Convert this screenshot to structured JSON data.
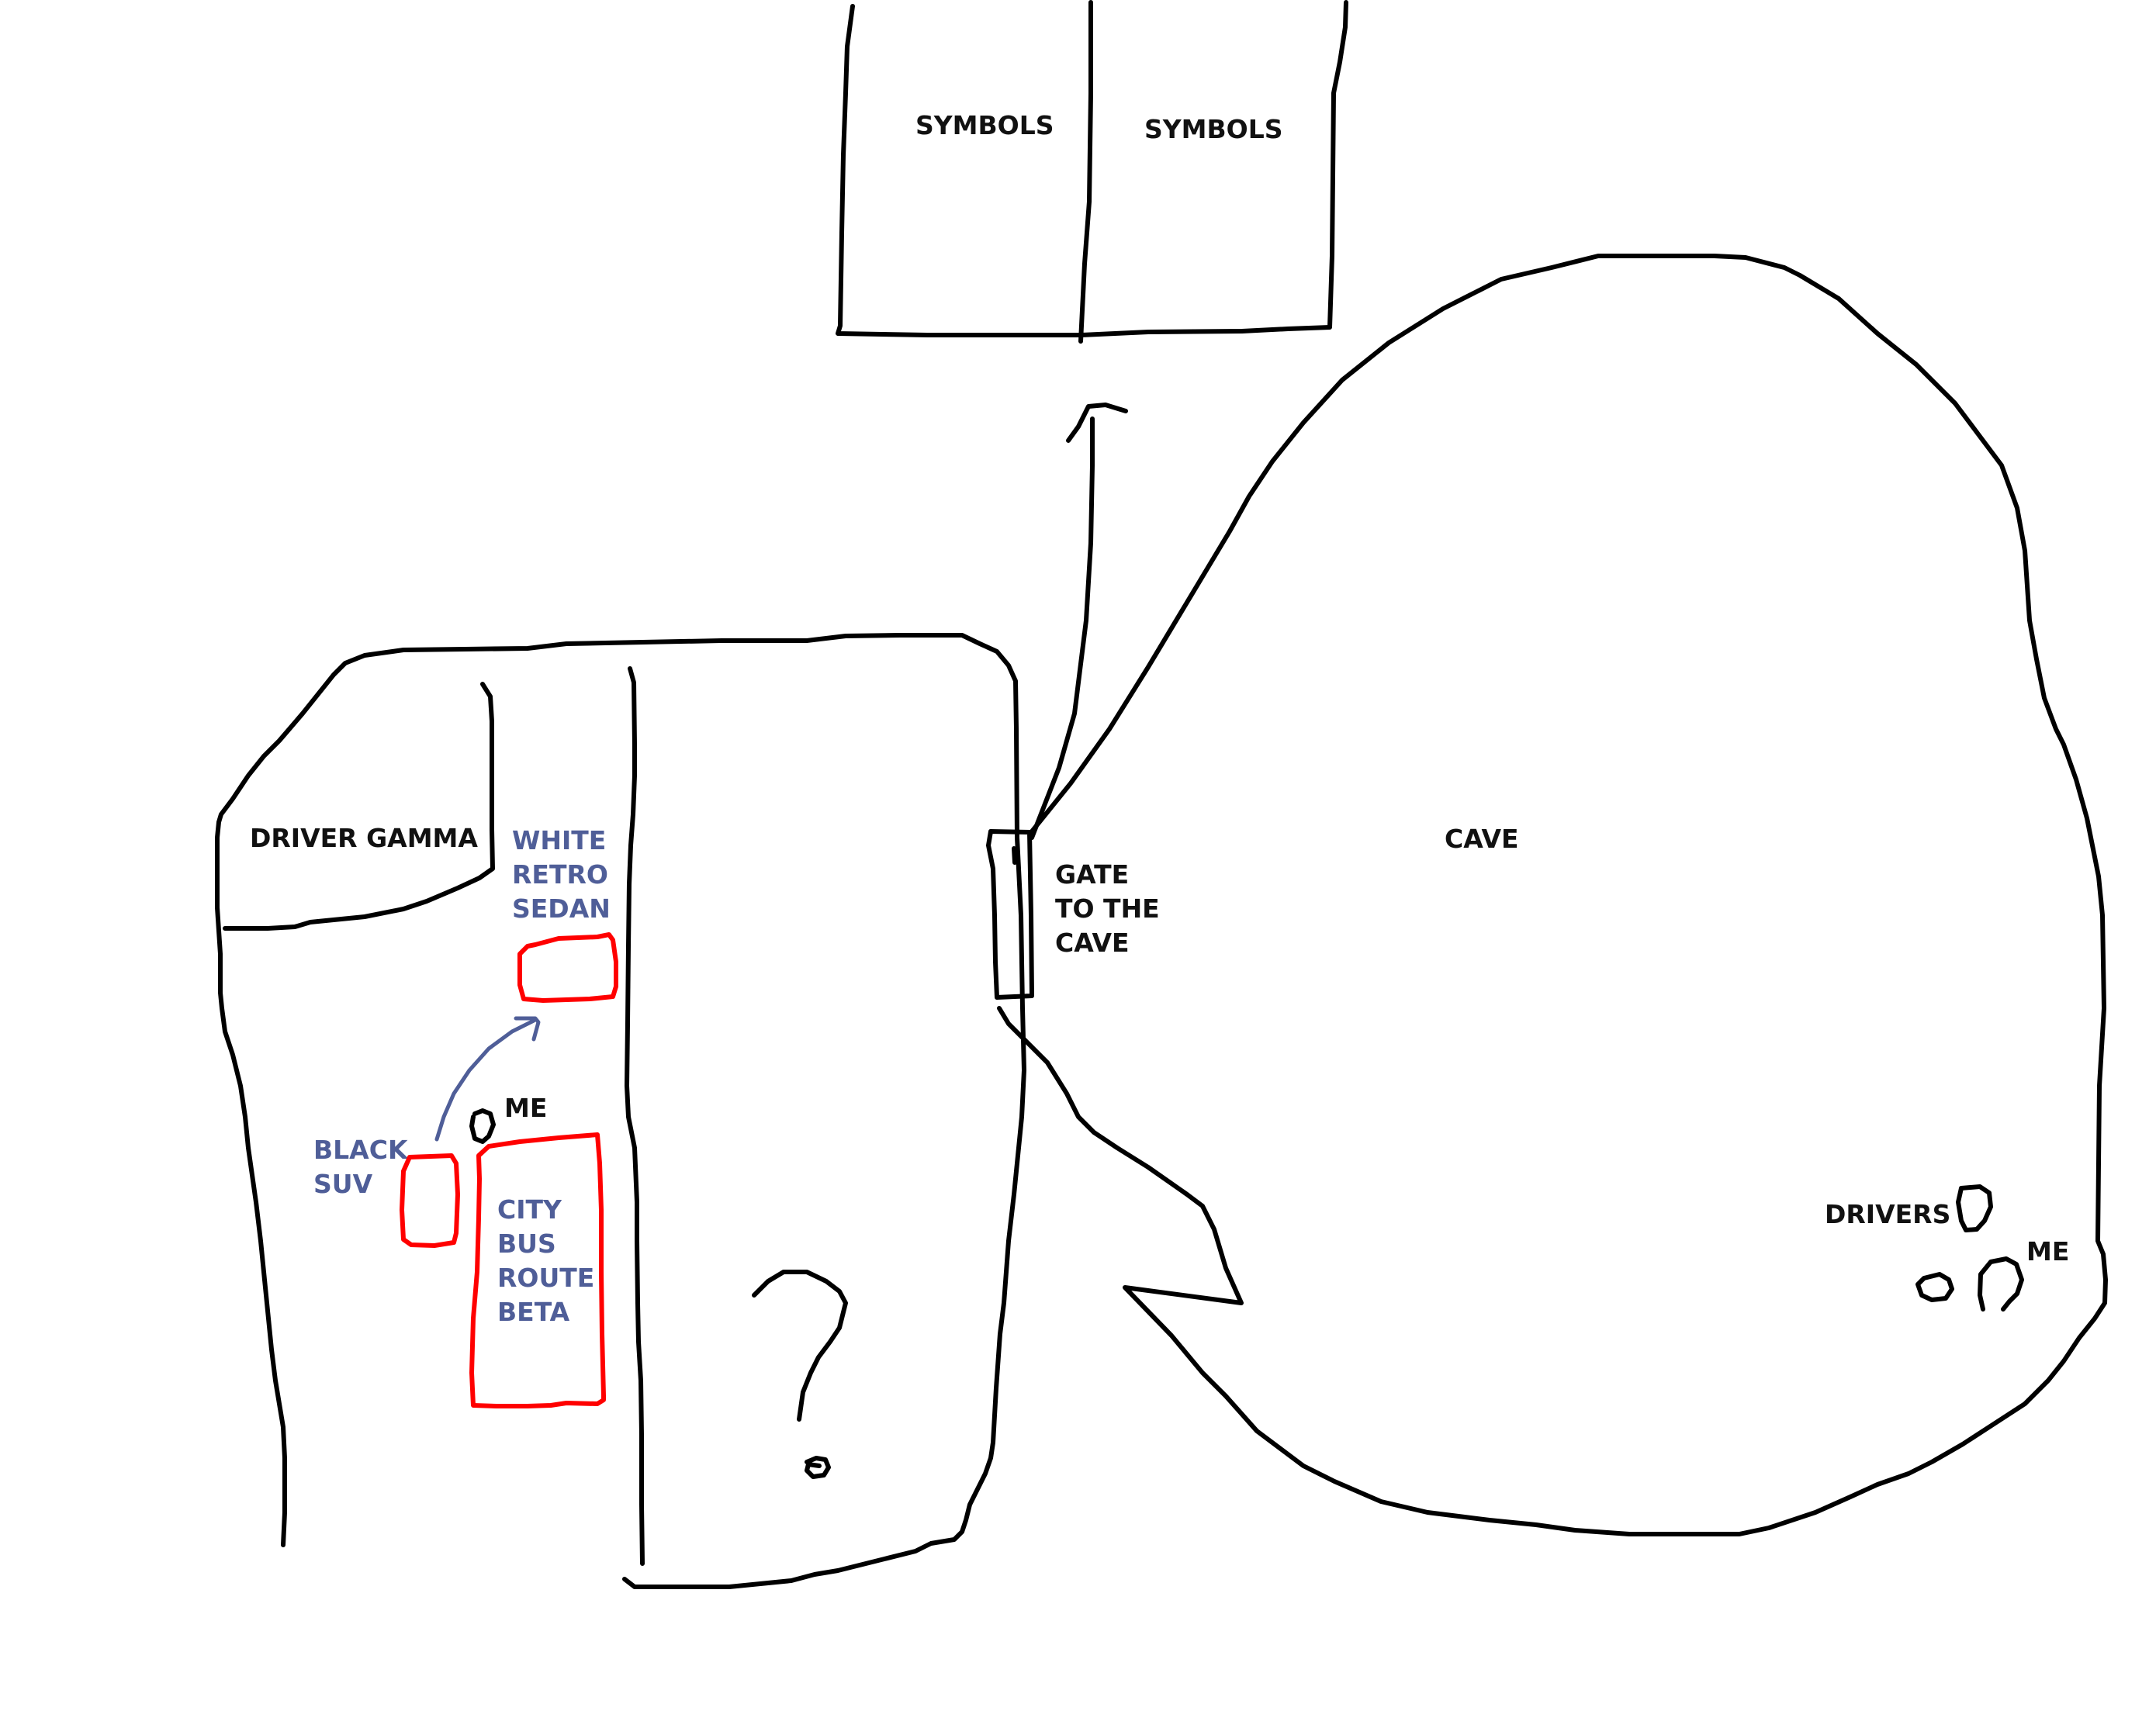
{
  "colors": {
    "ink": "#000000",
    "label_blue": "#4f5e98",
    "vehicle_red": "#ff0000",
    "background": "#ffffff"
  },
  "labels": {
    "symbols_left": "SYMBOLS",
    "symbols_right": "SYMBOLS",
    "driver_gamma": "DRIVER GAMMA",
    "white_retro_sedan": [
      "WHITE",
      "RETRO",
      "SEDAN"
    ],
    "me_lot": "ME",
    "black_suv": [
      "BLACK",
      "SUV"
    ],
    "city_bus": [
      "CITY",
      "BUS",
      "ROUTE",
      "BETA"
    ],
    "gate": [
      "GATE",
      "TO THE",
      "CAVE"
    ],
    "cave": "CAVE",
    "drivers": "DRIVERS",
    "me_cave": "ME"
  },
  "icons": {
    "question_mark": "question-mark-icon",
    "arrow_up": "arrow-up-icon",
    "arrow_curved": "curved-arrow-icon"
  }
}
